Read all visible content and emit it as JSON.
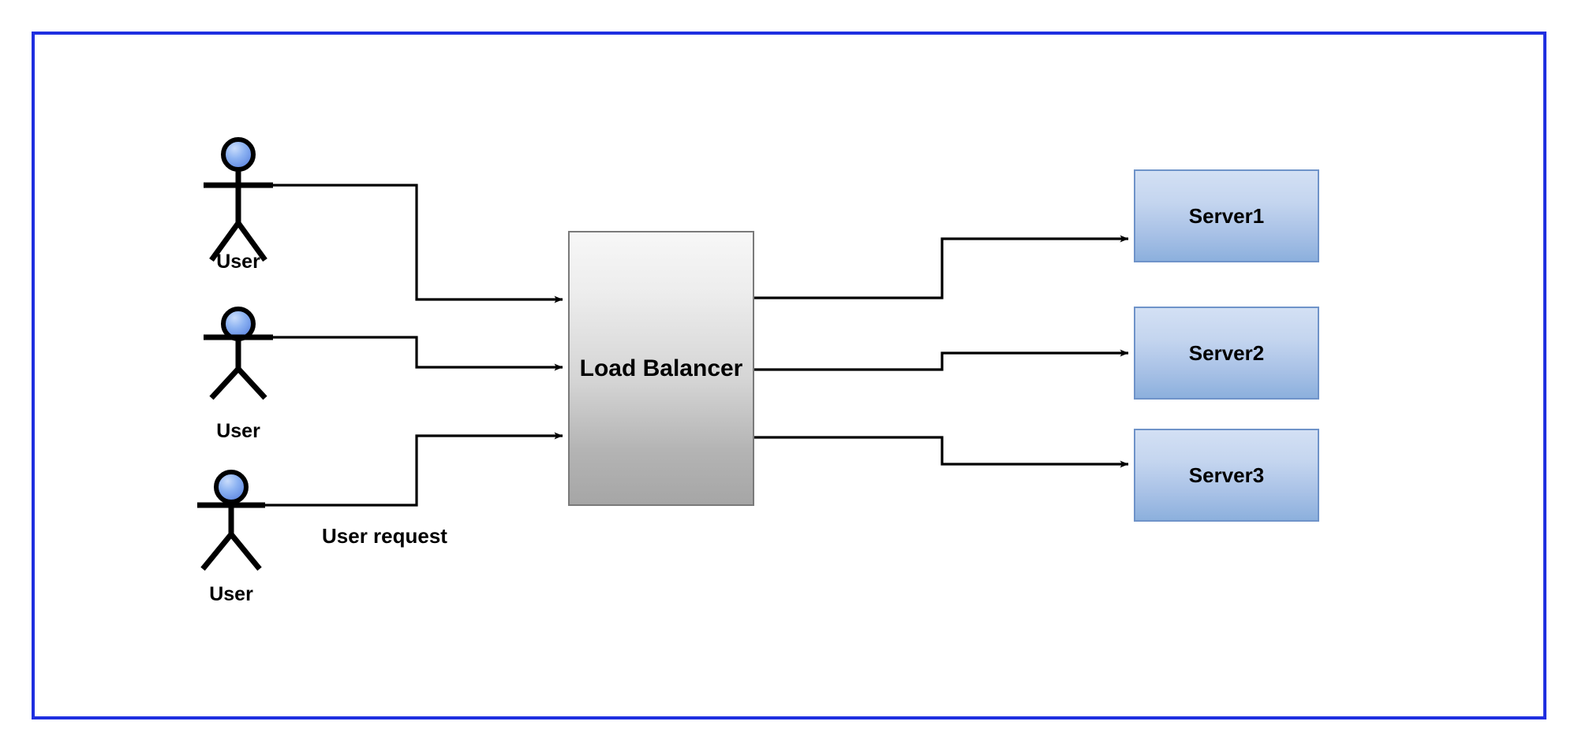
{
  "diagram": {
    "title": "Load Balancer distributing user requests to servers",
    "frame": {
      "border_color": "#1f2fe0",
      "background": "#ffffff"
    },
    "actors": [
      {
        "id": "user-1",
        "label": "User",
        "icon": "stick-figure-actor-icon"
      },
      {
        "id": "user-2",
        "label": "User",
        "icon": "stick-figure-actor-icon"
      },
      {
        "id": "user-3",
        "label": "User",
        "icon": "stick-figure-actor-icon"
      }
    ],
    "load_balancer": {
      "label": "Load Balancer",
      "fill_top": "#f7f7f7",
      "fill_bottom": "#a6a6a6",
      "border_color": "#7a7a7a"
    },
    "servers": [
      {
        "id": "server-1",
        "label": "Server1"
      },
      {
        "id": "server-2",
        "label": "Server2"
      },
      {
        "id": "server-3",
        "label": "Server3"
      }
    ],
    "server_style": {
      "fill_top": "#d3e0f4",
      "fill_bottom": "#8cb0dd",
      "border_color": "#6f93c9"
    },
    "edge_labels": {
      "user_request": "User request"
    },
    "connector_color": "#000000",
    "actor_head_color": "#6f9aec"
  }
}
